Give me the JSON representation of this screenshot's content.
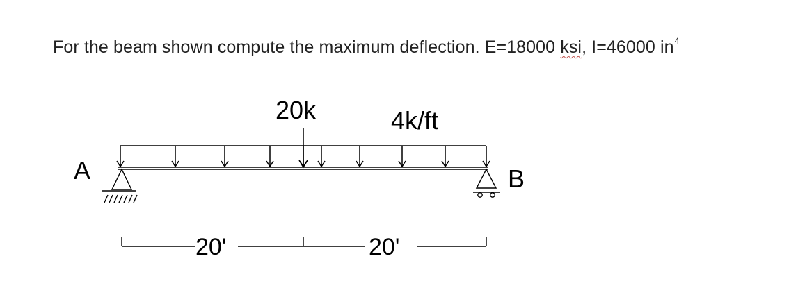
{
  "problem": {
    "statement": "For the beam shown compute the maximum deflection. E=18000",
    "e_unit": "ksi",
    "inertia": ", I=46000 in",
    "inertia_exponent": "4"
  },
  "loads": {
    "point_load_label": "20k",
    "distributed_load_label": "4k/ft"
  },
  "supports": {
    "left_label": "A",
    "right_label": "B"
  },
  "dimensions": {
    "left_span_label": "20'",
    "right_span_label": "20'"
  }
}
